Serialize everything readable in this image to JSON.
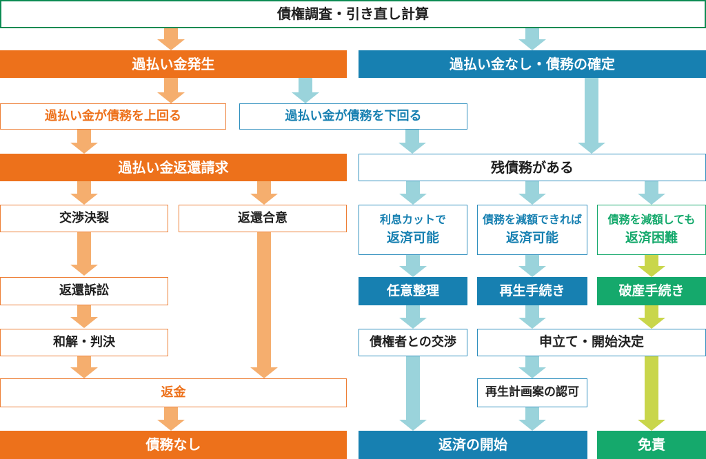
{
  "title": "債権調査・引き直し計算",
  "colors": {
    "orange_fill": "#ED711B",
    "orange_arrow": "#F5AE6E",
    "orange_border": "#ED7D33",
    "blue_fill": "#1780B1",
    "blue_border": "#2F8FBE",
    "teal_arrow": "#9AD3DB",
    "green_fill": "#15A96C",
    "green_border_top_box": "#0B8B53",
    "yellow_arrow": "#C9D64B",
    "text_black": "#1f1f1f",
    "text_white": "#ffffff"
  },
  "nodes": {
    "root": {
      "label": "債権調査・引き直し計算"
    },
    "overpayment": {
      "label": "過払い金発生"
    },
    "no_overpayment": {
      "label": "過払い金なし・債務の確定"
    },
    "exceeds_debt": {
      "label": "過払い金が債務を上回る"
    },
    "below_debt": {
      "label": "過払い金が債務を下回る"
    },
    "refund_claim": {
      "label": "過払い金返還請求"
    },
    "remaining_debt": {
      "label": "残債務がある"
    },
    "negotiation_breakdown": {
      "label": "交渉決裂"
    },
    "refund_agreement": {
      "label": "返還合意"
    },
    "interest_cut": {
      "label_top": "利息カットで",
      "label_bottom": "返済可能"
    },
    "reduction_possible": {
      "label_top": "債務を減額できれば",
      "label_bottom": "返済可能"
    },
    "reduction_difficult": {
      "label_top": "債務を減額しても",
      "label_bottom": "返済困難"
    },
    "refund_lawsuit": {
      "label": "返還訴訟"
    },
    "settlement_judgment": {
      "label": "和解・判決"
    },
    "voluntary_liquidation": {
      "label": "任意整理"
    },
    "rehabilitation_procedure": {
      "label": "再生手続き"
    },
    "bankruptcy_procedure": {
      "label": "破産手続き"
    },
    "creditor_negotiation": {
      "label": "債権者との交渉"
    },
    "petition_start": {
      "label": "申立て・開始決定"
    },
    "refund_money": {
      "label": "返金"
    },
    "plan_approval": {
      "label": "再生計画案の認可"
    },
    "no_debt": {
      "label": "債務なし"
    },
    "repayment_start": {
      "label": "返済の開始"
    },
    "discharge": {
      "label": "免責"
    }
  },
  "edges": [
    {
      "from": "root",
      "to": "overpayment",
      "color": "orange"
    },
    {
      "from": "root",
      "to": "no_overpayment",
      "color": "teal"
    },
    {
      "from": "overpayment",
      "to": "exceeds_debt",
      "color": "orange"
    },
    {
      "from": "overpayment",
      "to": "below_debt",
      "color": "teal"
    },
    {
      "from": "no_overpayment",
      "to": "remaining_debt",
      "color": "teal"
    },
    {
      "from": "exceeds_debt",
      "to": "refund_claim",
      "color": "orange"
    },
    {
      "from": "below_debt",
      "to": "remaining_debt",
      "color": "teal"
    },
    {
      "from": "refund_claim",
      "to": "negotiation_breakdown",
      "color": "orange"
    },
    {
      "from": "refund_claim",
      "to": "refund_agreement",
      "color": "orange"
    },
    {
      "from": "remaining_debt",
      "to": "interest_cut",
      "color": "teal"
    },
    {
      "from": "remaining_debt",
      "to": "reduction_possible",
      "color": "teal"
    },
    {
      "from": "remaining_debt",
      "to": "reduction_difficult",
      "color": "teal"
    },
    {
      "from": "negotiation_breakdown",
      "to": "refund_lawsuit",
      "color": "orange"
    },
    {
      "from": "refund_agreement",
      "to": "refund_money",
      "color": "orange"
    },
    {
      "from": "interest_cut",
      "to": "voluntary_liquidation",
      "color": "teal"
    },
    {
      "from": "reduction_possible",
      "to": "rehabilitation_procedure",
      "color": "teal"
    },
    {
      "from": "reduction_difficult",
      "to": "bankruptcy_procedure",
      "color": "yellow"
    },
    {
      "from": "refund_lawsuit",
      "to": "settlement_judgment",
      "color": "orange"
    },
    {
      "from": "voluntary_liquidation",
      "to": "creditor_negotiation",
      "color": "teal"
    },
    {
      "from": "rehabilitation_procedure",
      "to": "petition_start",
      "color": "teal"
    },
    {
      "from": "bankruptcy_procedure",
      "to": "petition_start",
      "color": "yellow"
    },
    {
      "from": "settlement_judgment",
      "to": "refund_money",
      "color": "orange"
    },
    {
      "from": "creditor_negotiation",
      "to": "repayment_start",
      "color": "teal"
    },
    {
      "from": "petition_start",
      "to": "plan_approval",
      "color": "teal"
    },
    {
      "from": "petition_start",
      "to": "discharge",
      "color": "yellow"
    },
    {
      "from": "refund_money",
      "to": "no_debt",
      "color": "orange"
    },
    {
      "from": "plan_approval",
      "to": "repayment_start",
      "color": "teal"
    }
  ]
}
